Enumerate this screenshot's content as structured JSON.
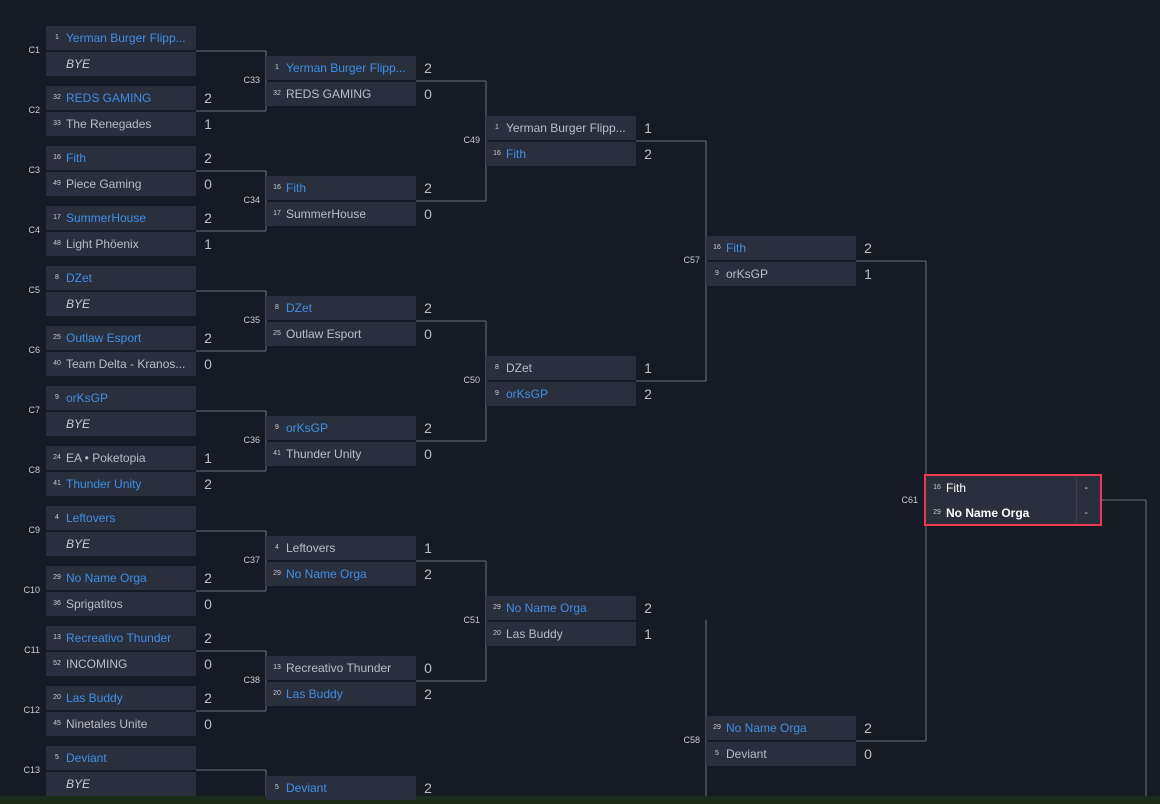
{
  "colors": {
    "background": "#151a25",
    "slot": "#2a2f3d",
    "winner_text": "#3f8fe6",
    "highlight_border": "#e83b4f",
    "connector": "#6c717c"
  },
  "matches": [
    {
      "label": "C1",
      "round": 0,
      "row": 0,
      "slots": [
        {
          "seed": "1",
          "name": "Yerman Burger Flipp...",
          "win": true,
          "score": ""
        },
        {
          "seed": "",
          "name": "BYE",
          "bye": true,
          "score": ""
        }
      ]
    },
    {
      "label": "C2",
      "round": 0,
      "row": 1,
      "slots": [
        {
          "seed": "32",
          "name": "REDS GAMING",
          "win": true,
          "score": "2"
        },
        {
          "seed": "33",
          "name": "The Renegades",
          "score": "1"
        }
      ]
    },
    {
      "label": "C3",
      "round": 0,
      "row": 2,
      "slots": [
        {
          "seed": "16",
          "name": "Fith",
          "win": true,
          "score": "2"
        },
        {
          "seed": "49",
          "name": "Piece Gaming",
          "score": "0"
        }
      ]
    },
    {
      "label": "C4",
      "round": 0,
      "row": 3,
      "slots": [
        {
          "seed": "17",
          "name": "SummerHouse",
          "win": true,
          "score": "2"
        },
        {
          "seed": "48",
          "name": "Light Phöenix",
          "score": "1"
        }
      ]
    },
    {
      "label": "C5",
      "round": 0,
      "row": 4,
      "slots": [
        {
          "seed": "8",
          "name": "DZet",
          "win": true,
          "score": ""
        },
        {
          "seed": "",
          "name": "BYE",
          "bye": true,
          "score": ""
        }
      ]
    },
    {
      "label": "C6",
      "round": 0,
      "row": 5,
      "slots": [
        {
          "seed": "25",
          "name": "Outlaw Esport",
          "win": true,
          "score": "2"
        },
        {
          "seed": "40",
          "name": "Team Delta - Kranos...",
          "score": "0"
        }
      ]
    },
    {
      "label": "C7",
      "round": 0,
      "row": 6,
      "slots": [
        {
          "seed": "9",
          "name": "orKsGP",
          "win": true,
          "score": ""
        },
        {
          "seed": "",
          "name": "BYE",
          "bye": true,
          "score": ""
        }
      ]
    },
    {
      "label": "C8",
      "round": 0,
      "row": 7,
      "slots": [
        {
          "seed": "24",
          "name": "EA • Poketopia",
          "score": "1"
        },
        {
          "seed": "41",
          "name": "Thunder Unity",
          "win": true,
          "score": "2"
        }
      ]
    },
    {
      "label": "C9",
      "round": 0,
      "row": 8,
      "slots": [
        {
          "seed": "4",
          "name": "Leftovers",
          "win": true,
          "score": ""
        },
        {
          "seed": "",
          "name": "BYE",
          "bye": true,
          "score": ""
        }
      ]
    },
    {
      "label": "C10",
      "round": 0,
      "row": 9,
      "slots": [
        {
          "seed": "29",
          "name": "No Name Orga",
          "win": true,
          "score": "2"
        },
        {
          "seed": "36",
          "name": "Sprigatitos",
          "score": "0"
        }
      ]
    },
    {
      "label": "C11",
      "round": 0,
      "row": 10,
      "slots": [
        {
          "seed": "13",
          "name": "Recreativo Thunder",
          "win": true,
          "score": "2"
        },
        {
          "seed": "52",
          "name": "INCOMING",
          "score": "0"
        }
      ]
    },
    {
      "label": "C12",
      "round": 0,
      "row": 11,
      "slots": [
        {
          "seed": "20",
          "name": "Las Buddy",
          "win": true,
          "score": "2"
        },
        {
          "seed": "45",
          "name": "Ninetales Unite",
          "score": "0"
        }
      ]
    },
    {
      "label": "C13",
      "round": 0,
      "row": 12,
      "slots": [
        {
          "seed": "5",
          "name": "Deviant",
          "win": true,
          "score": ""
        },
        {
          "seed": "",
          "name": "BYE",
          "bye": true,
          "score": ""
        }
      ]
    },
    {
      "label": "C33",
      "round": 1,
      "row": 0.5,
      "slots": [
        {
          "seed": "1",
          "name": "Yerman Burger Flipp...",
          "win": true,
          "score": "2"
        },
        {
          "seed": "32",
          "name": "REDS GAMING",
          "score": "0"
        }
      ]
    },
    {
      "label": "C34",
      "round": 1,
      "row": 2.5,
      "slots": [
        {
          "seed": "16",
          "name": "Fith",
          "win": true,
          "score": "2"
        },
        {
          "seed": "17",
          "name": "SummerHouse",
          "score": "0"
        }
      ]
    },
    {
      "label": "C35",
      "round": 1,
      "row": 4.5,
      "slots": [
        {
          "seed": "8",
          "name": "DZet",
          "win": true,
          "score": "2"
        },
        {
          "seed": "25",
          "name": "Outlaw Esport",
          "score": "0"
        }
      ]
    },
    {
      "label": "C36",
      "round": 1,
      "row": 6.5,
      "slots": [
        {
          "seed": "9",
          "name": "orKsGP",
          "win": true,
          "score": "2"
        },
        {
          "seed": "41",
          "name": "Thunder Unity",
          "score": "0"
        }
      ]
    },
    {
      "label": "C37",
      "round": 1,
      "row": 8.5,
      "slots": [
        {
          "seed": "4",
          "name": "Leftovers",
          "score": "1"
        },
        {
          "seed": "29",
          "name": "No Name Orga",
          "win": true,
          "score": "2"
        }
      ]
    },
    {
      "label": "C38",
      "round": 1,
      "row": 10.5,
      "slots": [
        {
          "seed": "13",
          "name": "Recreativo Thunder",
          "score": "0"
        },
        {
          "seed": "20",
          "name": "Las Buddy",
          "win": true,
          "score": "2"
        }
      ]
    },
    {
      "label": "",
      "round": 1,
      "row": 12.5,
      "slots": [
        {
          "seed": "5",
          "name": "Deviant",
          "win": true,
          "score": "2"
        }
      ]
    },
    {
      "label": "C49",
      "round": 2,
      "row": 1.5,
      "slots": [
        {
          "seed": "1",
          "name": "Yerman Burger Flipp...",
          "score": "1"
        },
        {
          "seed": "16",
          "name": "Fith",
          "win": true,
          "score": "2"
        }
      ]
    },
    {
      "label": "C50",
      "round": 2,
      "row": 5.5,
      "slots": [
        {
          "seed": "8",
          "name": "DZet",
          "score": "1"
        },
        {
          "seed": "9",
          "name": "orKsGP",
          "win": true,
          "score": "2"
        }
      ]
    },
    {
      "label": "C51",
      "round": 2,
      "row": 9.5,
      "slots": [
        {
          "seed": "29",
          "name": "No Name Orga",
          "win": true,
          "score": "2"
        },
        {
          "seed": "20",
          "name": "Las Buddy",
          "score": "1"
        }
      ]
    },
    {
      "label": "C57",
      "round": 3,
      "row": 3.5,
      "slots": [
        {
          "seed": "16",
          "name": "Fith",
          "win": true,
          "score": "2"
        },
        {
          "seed": "9",
          "name": "orKsGP",
          "score": "1"
        }
      ]
    },
    {
      "label": "C58",
      "round": 3,
      "row": 11.5,
      "slots": [
        {
          "seed": "29",
          "name": "No Name Orga",
          "win": true,
          "score": "2"
        },
        {
          "seed": "5",
          "name": "Deviant",
          "score": "0"
        }
      ]
    }
  ],
  "final": {
    "label": "C61",
    "slots": [
      {
        "seed": "16",
        "name": "Fith",
        "score": "-"
      },
      {
        "seed": "29",
        "name": "No Name Orga",
        "score": "-"
      }
    ]
  }
}
